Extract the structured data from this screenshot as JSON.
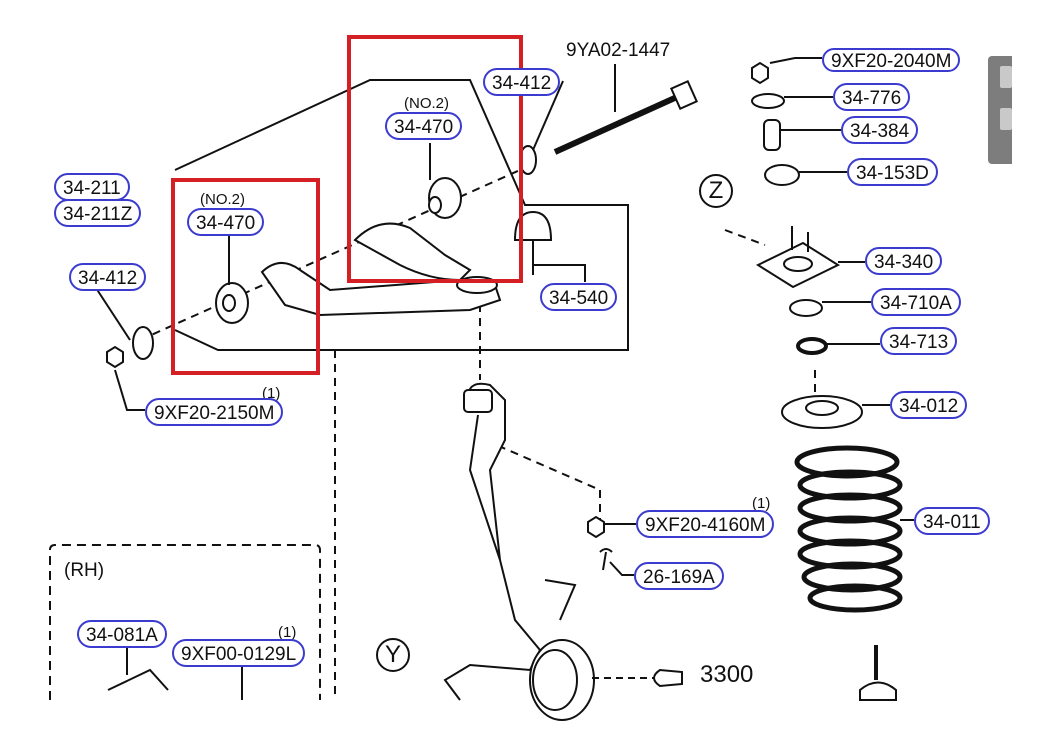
{
  "diagram": {
    "part_labels": [
      {
        "id": "p1",
        "text": "34-211"
      },
      {
        "id": "p2",
        "text": "34-211Z"
      },
      {
        "id": "p3",
        "text": "34-470"
      },
      {
        "id": "p4",
        "text": "34-412"
      },
      {
        "id": "p5",
        "text": "9XF20-2150M"
      },
      {
        "id": "p6",
        "text": "34-470"
      },
      {
        "id": "p7",
        "text": "34-412"
      },
      {
        "id": "p8",
        "text": "34-540"
      },
      {
        "id": "p9",
        "text": "9XF20-2040M"
      },
      {
        "id": "p10",
        "text": "34-776"
      },
      {
        "id": "p11",
        "text": "34-384"
      },
      {
        "id": "p12",
        "text": "34-153D"
      },
      {
        "id": "p13",
        "text": "34-340"
      },
      {
        "id": "p14",
        "text": "34-710A"
      },
      {
        "id": "p15",
        "text": "34-713"
      },
      {
        "id": "p16",
        "text": "34-012"
      },
      {
        "id": "p17",
        "text": "34-011"
      },
      {
        "id": "p18",
        "text": "9XF20-4160M"
      },
      {
        "id": "p19",
        "text": "26-169A"
      },
      {
        "id": "p20",
        "text": "34-081A"
      },
      {
        "id": "p21",
        "text": "9XF00-0129L"
      }
    ],
    "top_cut_label": "9YA02-1447",
    "notes": {
      "no2_left": "(NO.2)",
      "no2_right": "(NO.2)",
      "qty_2150": "(1)",
      "qty_4160": "(1)",
      "qty_0129": "(1)"
    },
    "callouts": {
      "z": "Z",
      "y": "Y"
    },
    "rh_label": "(RH)",
    "ref_group": "3300",
    "colors": {
      "label_border": "#3b3bcf",
      "highlight": "#d42025",
      "line": "#111111"
    }
  }
}
